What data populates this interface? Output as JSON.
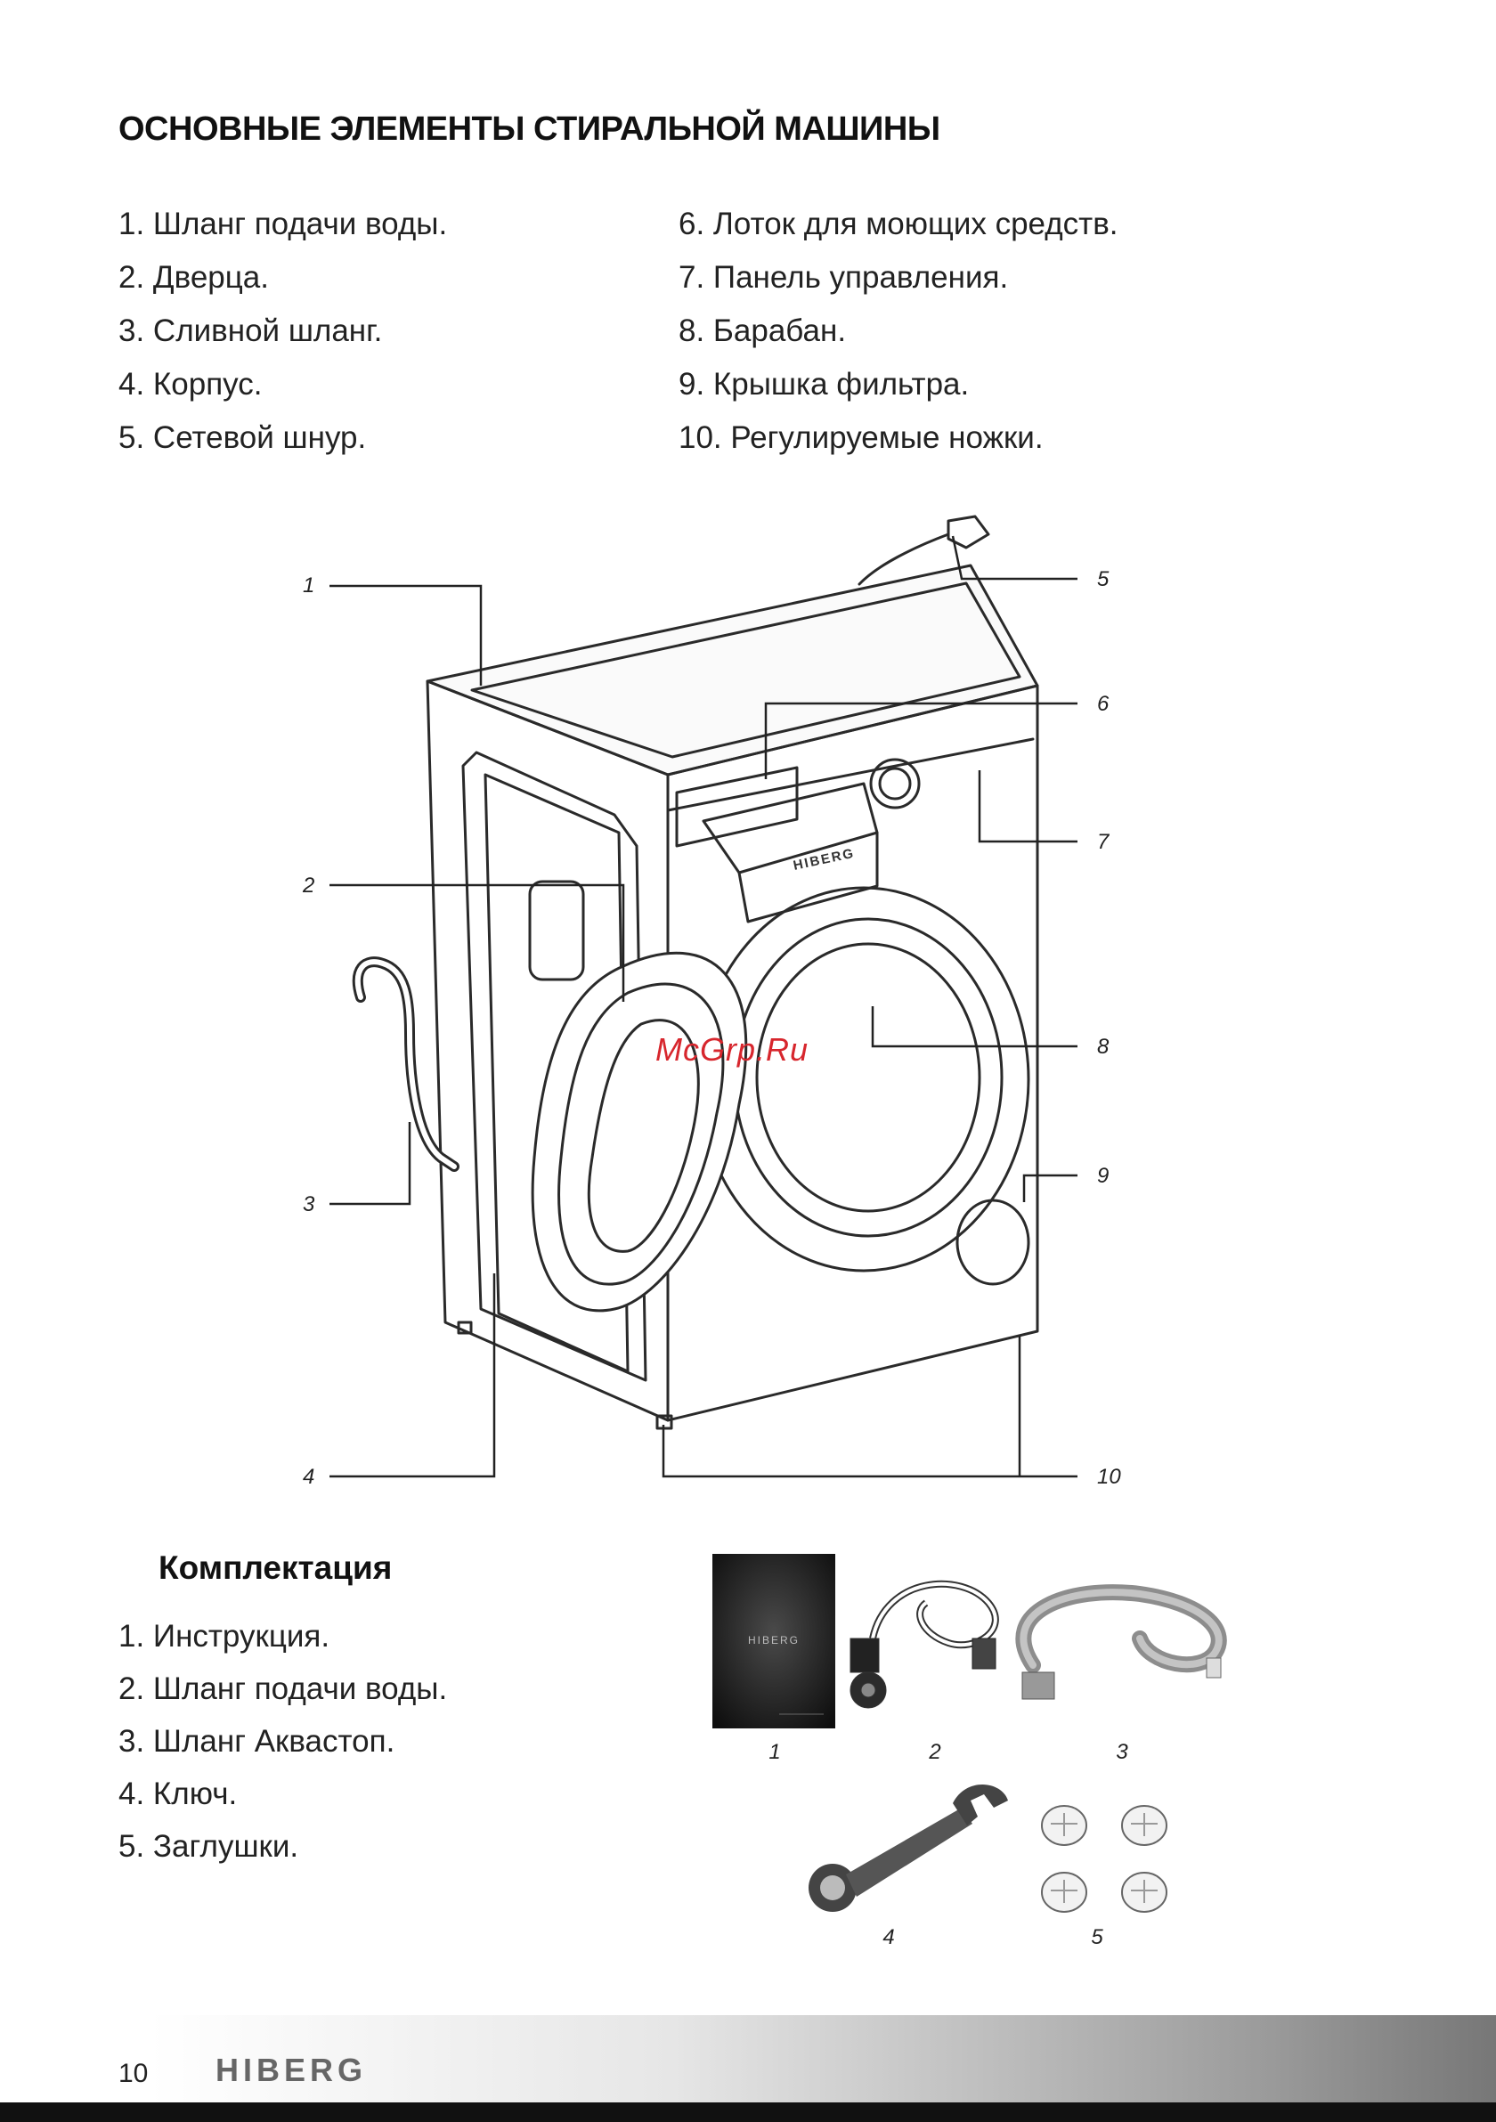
{
  "page": {
    "title": "ОСНОВНЫЕ ЭЛЕМЕНТЫ СТИРАЛЬНОЙ МАШИНЫ",
    "parts_left": [
      "1. Шланг подачи воды.",
      "2. Дверца.",
      "3. Сливной шланг.",
      "4. Корпус.",
      "5. Сетевой шнур."
    ],
    "parts_right": [
      "6. Лоток для моющих средств.",
      "7. Панель управления.",
      "8. Барабан.",
      "9. Крышка фильтра.",
      "10. Регулируемые ножки."
    ],
    "diagram_callouts": [
      "1",
      "2",
      "3",
      "4",
      "5",
      "6",
      "7",
      "8",
      "9",
      "10"
    ],
    "machine_brand": "HIBERG",
    "watermark": "McGrp.Ru",
    "kit": {
      "title": "Комплектация",
      "items": [
        "1. Инструкция.",
        "2. Шланг подачи воды.",
        "3. Шланг Аквастоп.",
        "4. Ключ.",
        "5. Заглушки."
      ],
      "image_labels": [
        "1",
        "2",
        "3",
        "4",
        "5"
      ],
      "booklet_brand": "HIBERG"
    },
    "footer": {
      "page_number": "10",
      "brand": "HIBERG"
    }
  }
}
